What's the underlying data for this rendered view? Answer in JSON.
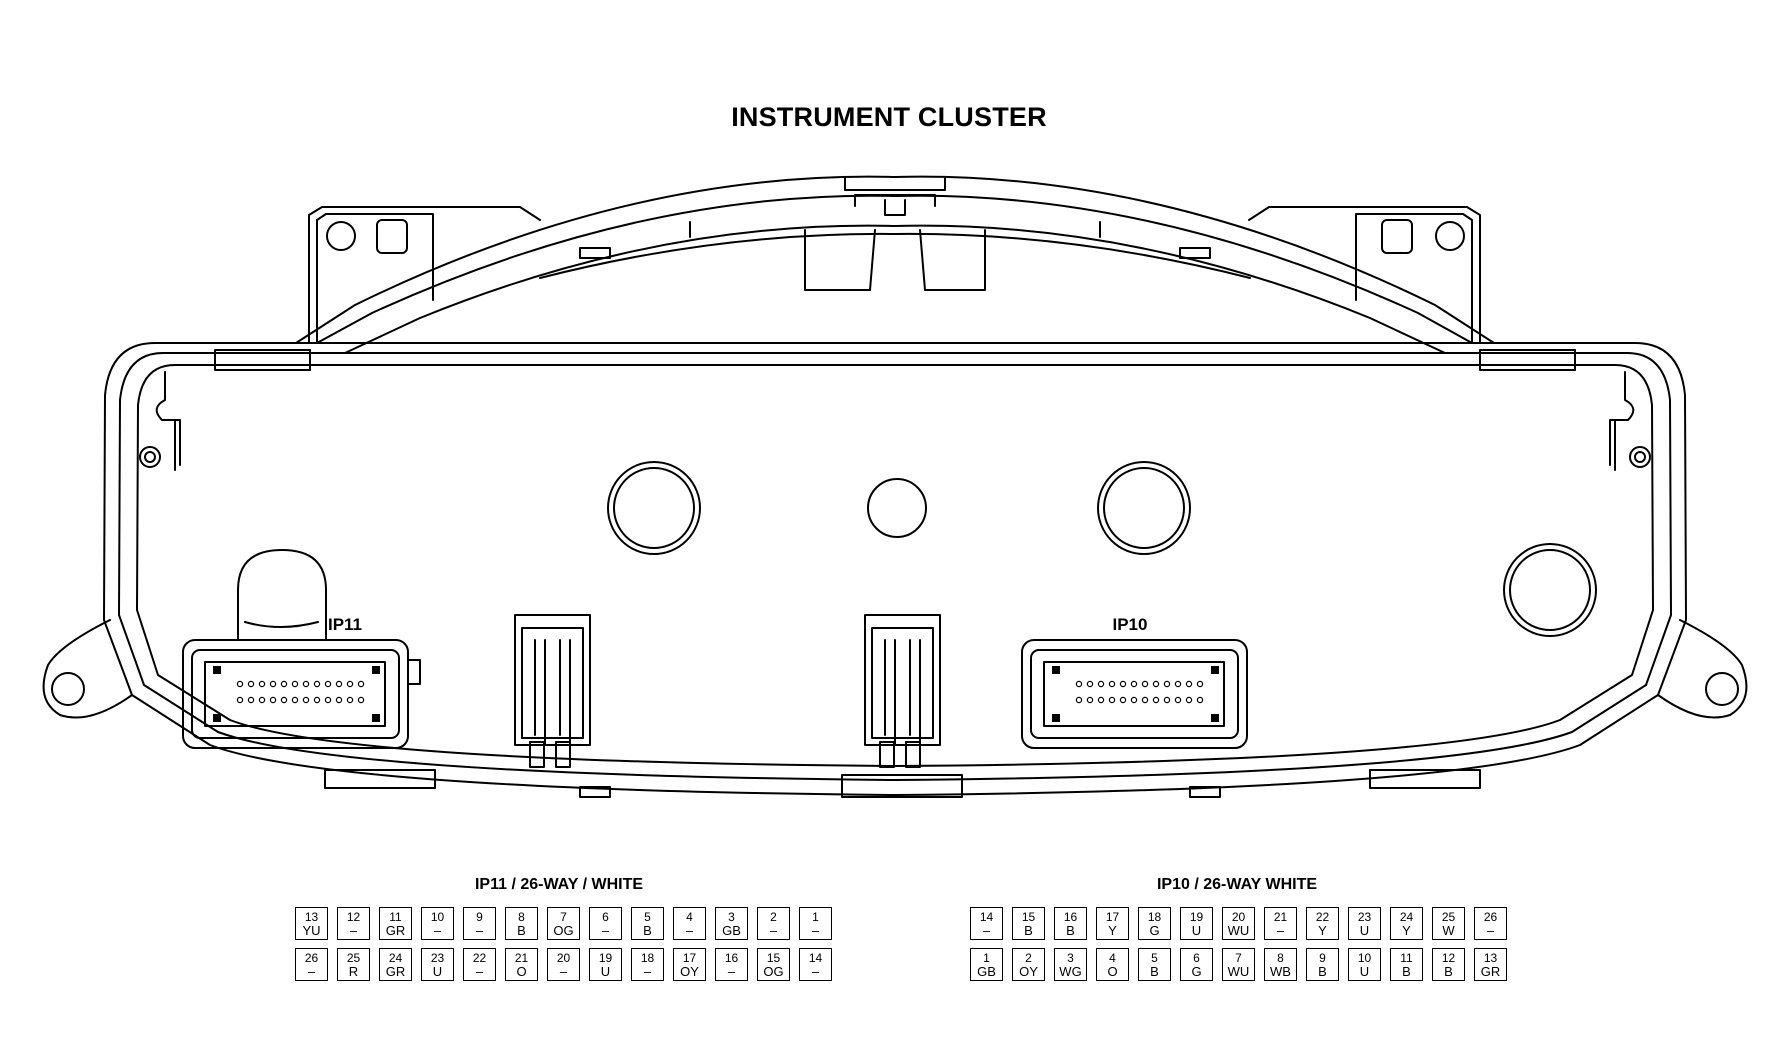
{
  "title": "INSTRUMENT CLUSTER",
  "labels": {
    "ip11": "IP11",
    "ip10": "IP10"
  },
  "ip11": {
    "title": "IP11 / 26-WAY / WHITE",
    "rows": [
      [
        {
          "pin": "13",
          "color": "YU"
        },
        {
          "pin": "12",
          "color": "–"
        },
        {
          "pin": "11",
          "color": "GR"
        },
        {
          "pin": "10",
          "color": "–"
        },
        {
          "pin": "9",
          "color": "–"
        },
        {
          "pin": "8",
          "color": "B"
        },
        {
          "pin": "7",
          "color": "OG"
        },
        {
          "pin": "6",
          "color": "–"
        },
        {
          "pin": "5",
          "color": "B"
        },
        {
          "pin": "4",
          "color": "–"
        },
        {
          "pin": "3",
          "color": "GB"
        },
        {
          "pin": "2",
          "color": "–"
        },
        {
          "pin": "1",
          "color": "–"
        }
      ],
      [
        {
          "pin": "26",
          "color": "–"
        },
        {
          "pin": "25",
          "color": "R"
        },
        {
          "pin": "24",
          "color": "GR"
        },
        {
          "pin": "23",
          "color": "U"
        },
        {
          "pin": "22",
          "color": "–"
        },
        {
          "pin": "21",
          "color": "O"
        },
        {
          "pin": "20",
          "color": "–"
        },
        {
          "pin": "19",
          "color": "U"
        },
        {
          "pin": "18",
          "color": "–"
        },
        {
          "pin": "17",
          "color": "OY"
        },
        {
          "pin": "16",
          "color": "–"
        },
        {
          "pin": "15",
          "color": "OG"
        },
        {
          "pin": "14",
          "color": "–"
        }
      ]
    ]
  },
  "ip10": {
    "title": "IP10 / 26-WAY WHITE",
    "rows": [
      [
        {
          "pin": "14",
          "color": "–"
        },
        {
          "pin": "15",
          "color": "B"
        },
        {
          "pin": "16",
          "color": "B"
        },
        {
          "pin": "17",
          "color": "Y"
        },
        {
          "pin": "18",
          "color": "G"
        },
        {
          "pin": "19",
          "color": "U"
        },
        {
          "pin": "20",
          "color": "WU"
        },
        {
          "pin": "21",
          "color": "–"
        },
        {
          "pin": "22",
          "color": "Y"
        },
        {
          "pin": "23",
          "color": "U"
        },
        {
          "pin": "24",
          "color": "Y"
        },
        {
          "pin": "25",
          "color": "W"
        },
        {
          "pin": "26",
          "color": "–"
        }
      ],
      [
        {
          "pin": "1",
          "color": "GB"
        },
        {
          "pin": "2",
          "color": "OY"
        },
        {
          "pin": "3",
          "color": "WG"
        },
        {
          "pin": "4",
          "color": "O"
        },
        {
          "pin": "5",
          "color": "B"
        },
        {
          "pin": "6",
          "color": "G"
        },
        {
          "pin": "7",
          "color": "WU"
        },
        {
          "pin": "8",
          "color": "WB"
        },
        {
          "pin": "9",
          "color": "B"
        },
        {
          "pin": "10",
          "color": "U"
        },
        {
          "pin": "11",
          "color": "B"
        },
        {
          "pin": "12",
          "color": "B"
        },
        {
          "pin": "13",
          "color": "GR"
        }
      ]
    ]
  }
}
